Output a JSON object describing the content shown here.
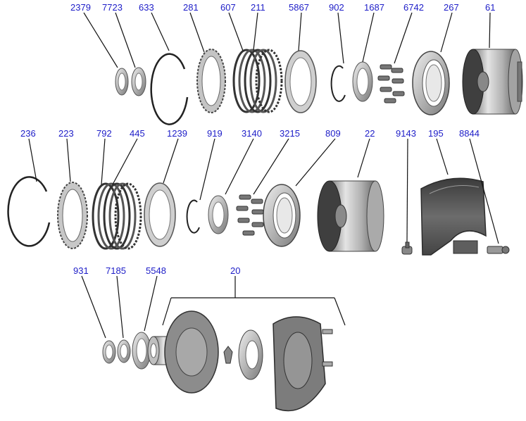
{
  "diagram": {
    "labels": {
      "p2379": "2379",
      "p7723": "7723",
      "p633": "633",
      "p281": "281",
      "p607": "607",
      "p211": "211",
      "p5867": "5867",
      "p902": "902",
      "p1687": "1687",
      "p6742": "6742",
      "p267": "267",
      "p61": "61",
      "p236": "236",
      "p223": "223",
      "p792": "792",
      "p445": "445",
      "p1239": "1239",
      "p919": "919",
      "p3140": "3140",
      "p3215": "3215",
      "p809": "809",
      "p22": "22",
      "p9143": "9143",
      "p195": "195",
      "p8844": "8844",
      "p931": "931",
      "p7185": "7185",
      "p5548": "5548",
      "p20": "20"
    },
    "colors": {
      "label": "#1d1dc8",
      "leader": "#111111",
      "metal_light": "#d4d4d4",
      "metal_mid": "#9a9a9a",
      "metal_dark": "#4a4a4a",
      "friction": "#3a3a3a",
      "band": "#5a5a5a"
    }
  }
}
